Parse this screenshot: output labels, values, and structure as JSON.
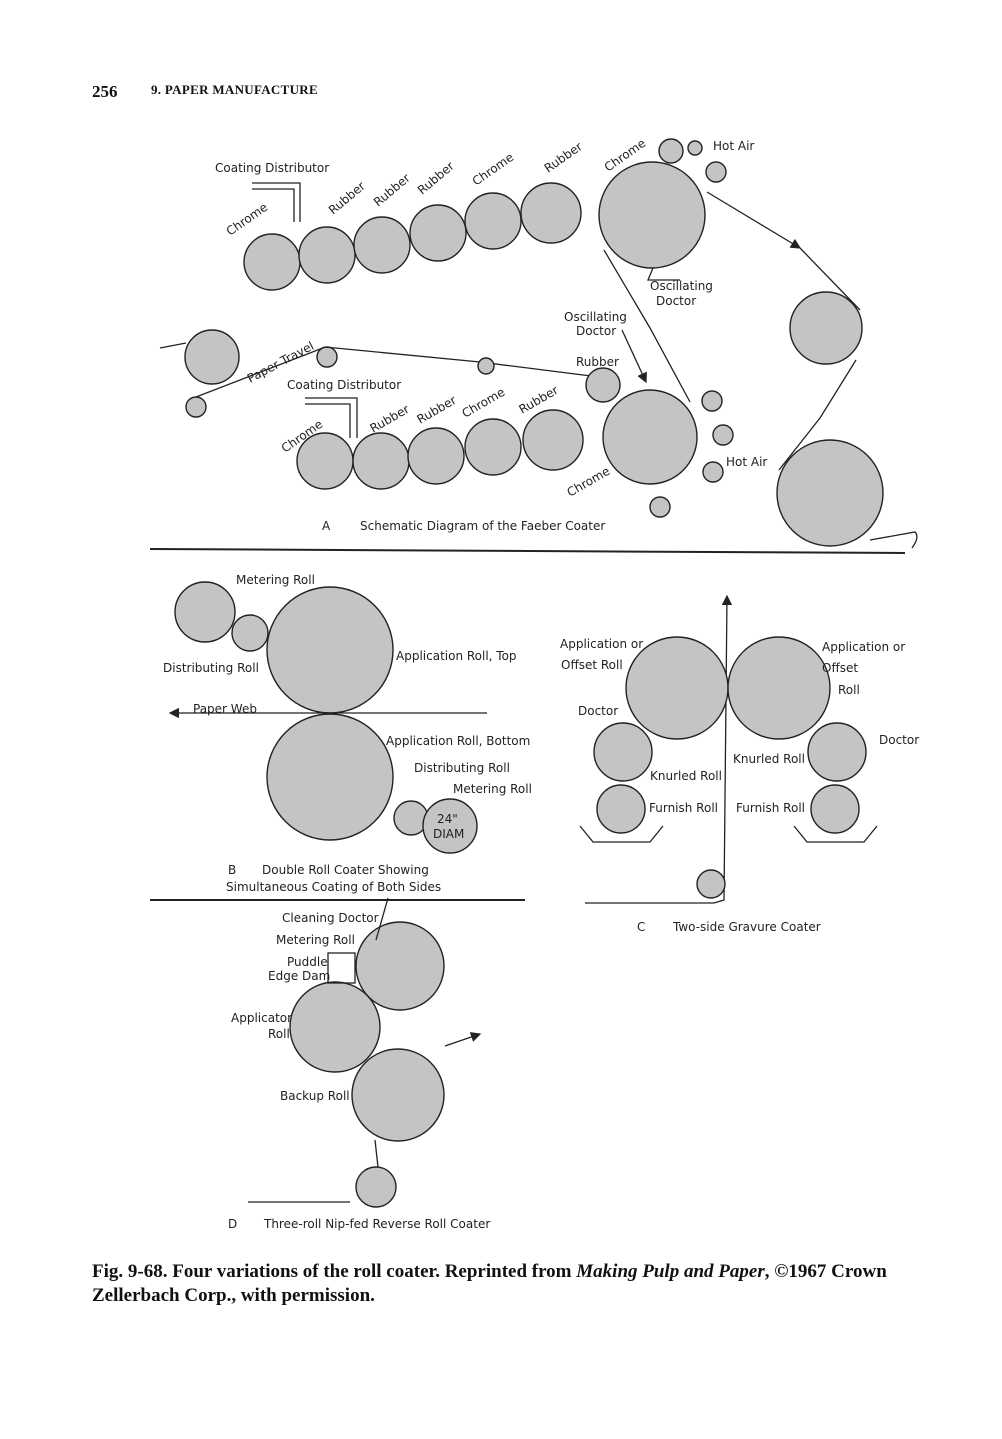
{
  "header": {
    "page_number": "256",
    "chapter_title": "9. PAPER MANUFACTURE"
  },
  "diagram_a": {
    "coating_distributor_top": "Coating Distributor",
    "coating_distributor_bottom": "Coating Distributor",
    "paper_travel": "Paper Travel",
    "oscillating_doctor": "Oscillating Doctor",
    "hot_air": "Hot Air",
    "top_roll_labels": [
      "Chrome",
      "Rubber",
      "Rubber",
      "Rubber",
      "Chrome",
      "Rubber",
      "Chrome"
    ],
    "bottom_roll_labels": [
      "Chrome",
      "Rubber",
      "Rubber",
      "Chrome",
      "Rubber",
      "Rubber",
      "Chrome"
    ],
    "caption_letter": "A",
    "caption": "Schematic Diagram of the Faeber Coater"
  },
  "diagram_b": {
    "metering_roll": "Metering Roll",
    "distributing_roll": "Distributing Roll",
    "application_roll_top": "Application Roll, Top",
    "paper_web": "Paper Web",
    "application_roll_bottom": "Application Roll, Bottom",
    "distributing_roll_bottom": "Distributing Roll",
    "metering_roll_bottom": "Metering Roll",
    "diam_value": "24\"",
    "diam_unit": "DIAM",
    "caption_letter": "B",
    "caption_line1": "Double Roll Coater Showing",
    "caption_line2": "Simultaneous Coating of Both Sides"
  },
  "diagram_c": {
    "application_offset_left_1": "Application or",
    "application_offset_left_2": "Offset Roll",
    "application_offset_right_1": "Application or",
    "application_offset_right_2": "Offset",
    "application_offset_right_3": "Roll",
    "doctor_left": "Doctor",
    "doctor_right": "Doctor",
    "knurled_roll_left": "Knurled Roll",
    "knurled_roll_right": "Knurled Roll",
    "furnish_roll_left": "Furnish Roll",
    "furnish_roll_right": "Furnish Roll",
    "caption_letter": "C",
    "caption": "Two-side Gravure Coater"
  },
  "diagram_d": {
    "cleaning_doctor": "Cleaning Doctor",
    "metering_roll": "Metering Roll",
    "puddle": "Puddle",
    "edge_dam": "Edge Dam",
    "applicator_1": "Applicator",
    "applicator_2": "Roll",
    "backup_roll": "Backup Roll",
    "caption_letter": "D",
    "caption": "Three-roll Nip-fed Reverse Roll Coater"
  },
  "figure_caption": {
    "lead": "Fig. 9-68.  Four variations of the roll coater.  Reprinted from ",
    "source_title": "Making Pulp and Paper",
    "tail": ", ©1967 Crown Zellerbach Corp., with permission."
  }
}
